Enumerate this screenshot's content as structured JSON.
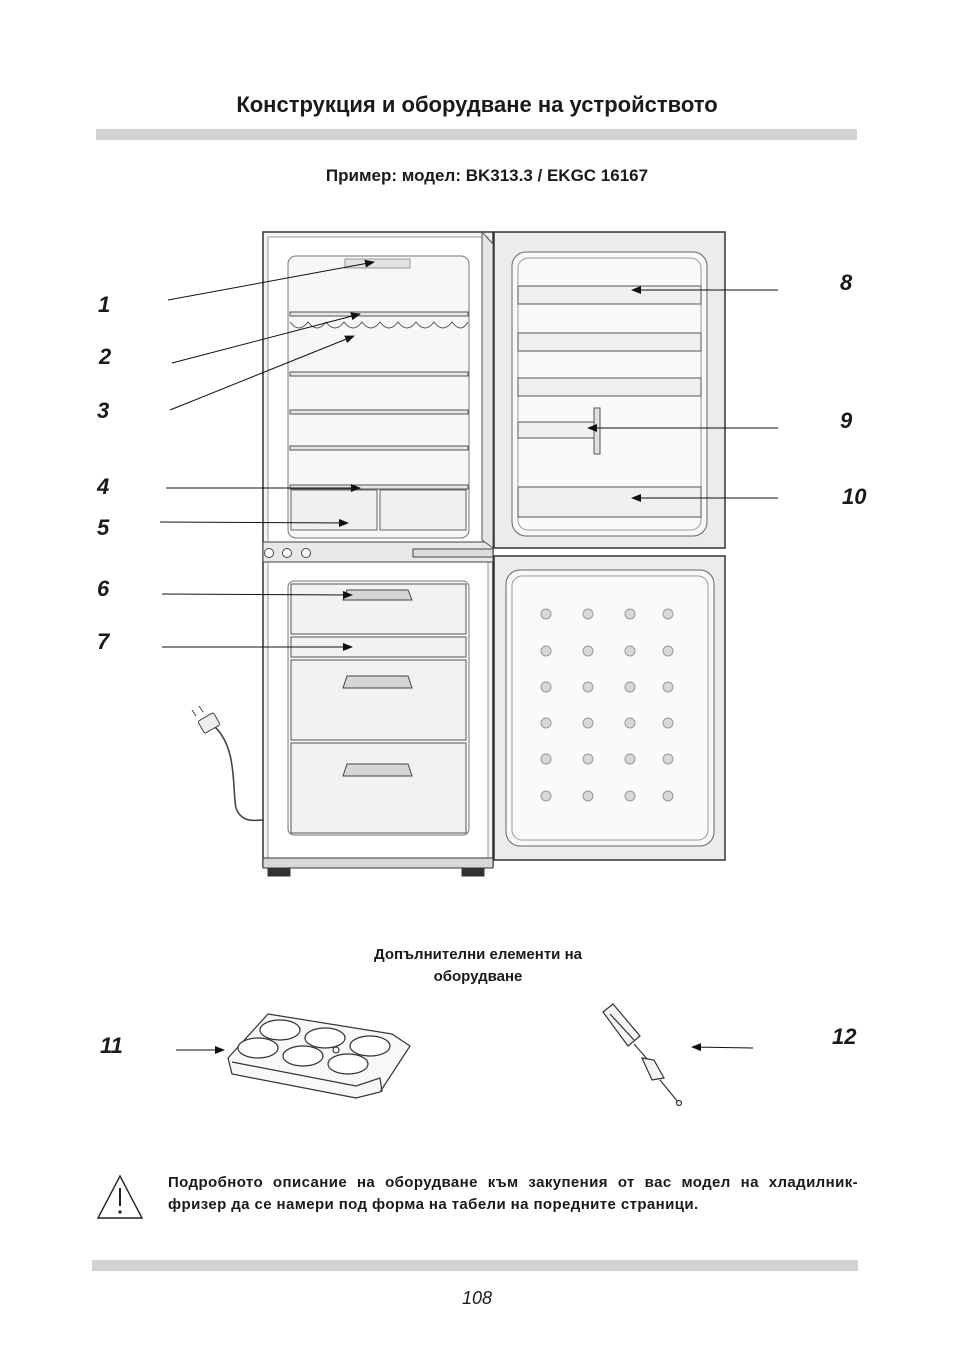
{
  "header": {
    "title": "Конструкция и оборудване на устройството",
    "subtitle": "Пример: модел: BK313.3 / EKGC 16167"
  },
  "callouts": [
    "1",
    "2",
    "3",
    "4",
    "5",
    "6",
    "7",
    "8",
    "9",
    "10",
    "11",
    "12"
  ],
  "extras": {
    "title_line1": "Допълнителни елементи на",
    "title_line2": "оборудване"
  },
  "warning": {
    "icon": "warning-triangle-icon",
    "text": "Подробното описание на оборудване към закупения от вас модел на хладилник-фризер да се намери под форма на табели на поредните страници."
  },
  "footer": {
    "page_number": "108"
  }
}
